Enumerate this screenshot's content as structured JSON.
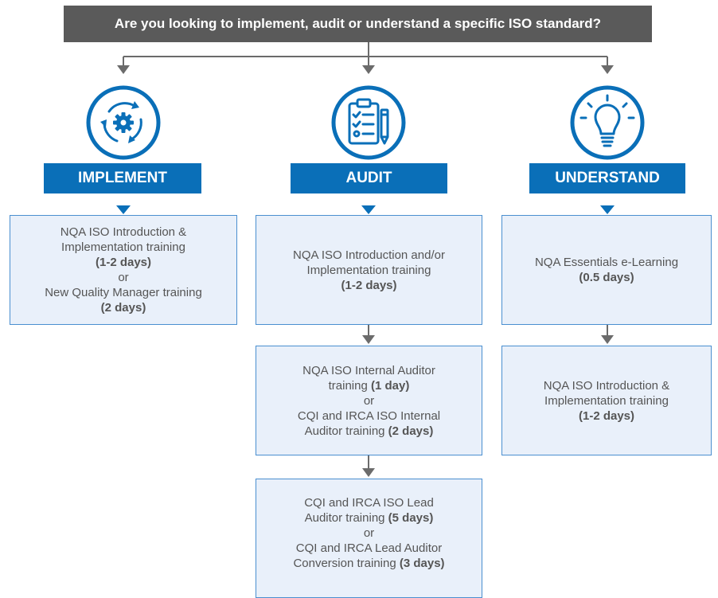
{
  "header": {
    "question": "Are you looking to implement, audit or understand a specific ISO standard?"
  },
  "columns": {
    "implement": {
      "icon": "gear-cycle-icon",
      "label": "IMPLEMENT",
      "box1": {
        "l1": "NQA ISO Introduction &",
        "l2": "Implementation training",
        "l3": "(1-2 days)",
        "l4": "or",
        "l5": "New Quality Manager training",
        "l6": "(2 days)"
      }
    },
    "audit": {
      "icon": "clipboard-checklist-icon",
      "label": "AUDIT",
      "box1": {
        "l1": "NQA ISO Introduction and/or",
        "l2": "Implementation training",
        "l3": "(1-2 days)"
      },
      "box2": {
        "l1": "NQA ISO Internal Auditor",
        "l2a": "training ",
        "l2b": "(1 day)",
        "l3": "or",
        "l4": "CQI and IRCA ISO Internal",
        "l5a": "Auditor training ",
        "l5b": "(2 days)"
      },
      "box3": {
        "l1": "CQI and IRCA ISO Lead",
        "l2a": "Auditor training ",
        "l2b": "(5 days)",
        "l3": "or",
        "l4": "CQI and IRCA Lead Auditor",
        "l5a": "Conversion training ",
        "l5b": "(3 days)"
      }
    },
    "understand": {
      "icon": "lightbulb-icon",
      "label": "UNDERSTAND",
      "box1": {
        "l1": "NQA Essentials e-Learning",
        "l2": "(0.5 days)"
      },
      "box2": {
        "l1": "NQA ISO Introduction &",
        "l2": "Implementation training",
        "l3": "(1-2 days)"
      }
    }
  },
  "colors": {
    "header_bg": "#5a5a5a",
    "accent_blue": "#0a6fb8",
    "box_fill": "#e9f0fa",
    "box_border": "#4a8fd0",
    "text": "#555555"
  }
}
